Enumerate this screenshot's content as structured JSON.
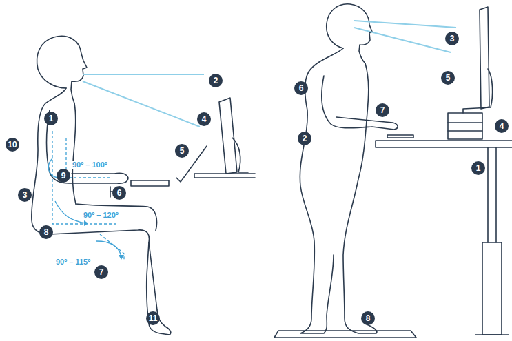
{
  "diagram": {
    "labels": [
      "1",
      "2",
      "10",
      "4",
      "9",
      "90º – 100º",
      "5",
      "3",
      "6",
      "90º – 120º",
      "8",
      "90º – 115º",
      "7",
      "11",
      "3",
      "6",
      "5",
      "7",
      "2",
      "4",
      "1",
      "8"
    ]
  }
}
